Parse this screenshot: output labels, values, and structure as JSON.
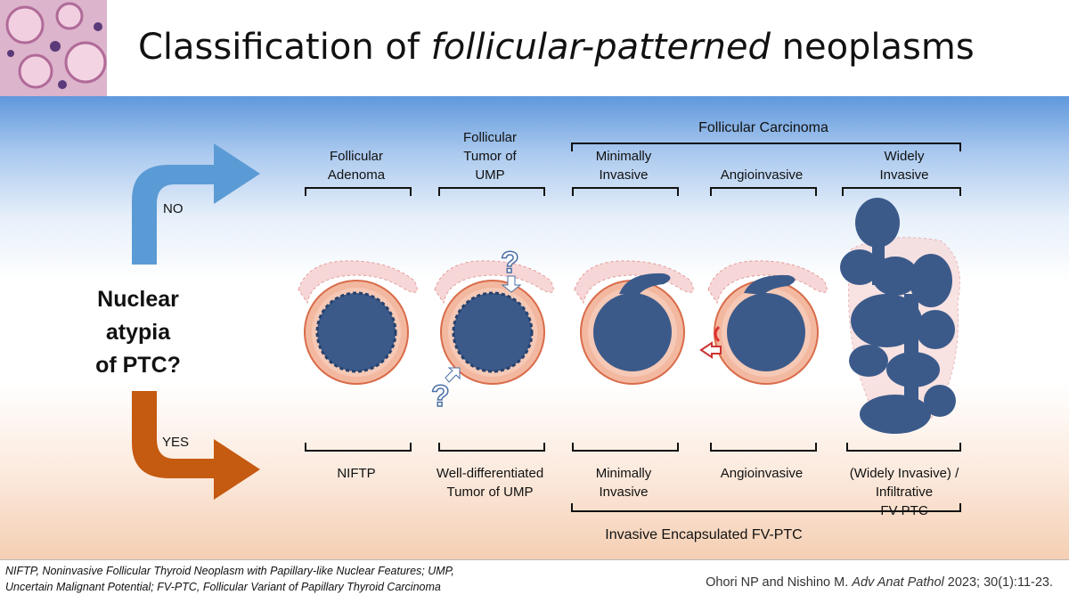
{
  "title": {
    "prefix": "Classification of ",
    "italic": "follicular-patterned",
    "suffix": " neoplasms"
  },
  "question": {
    "line1": "Nuclear",
    "line2": "atypia",
    "line3": "of PTC?"
  },
  "arrows": {
    "no_label": "NO",
    "yes_label": "YES",
    "no_color": "#5b9bd5",
    "yes_color": "#c55a11"
  },
  "top_row": {
    "group_label": "Follicular Carcinoma",
    "col1": [
      "Follicular",
      "Adenoma"
    ],
    "col2": [
      "Follicular",
      "Tumor of",
      "UMP"
    ],
    "col3": [
      "Minimally",
      "Invasive"
    ],
    "col4": [
      "Angioinvasive"
    ],
    "col5": [
      "Widely",
      "Invasive"
    ]
  },
  "bottom_row": {
    "col1": [
      "NIFTP"
    ],
    "col2": [
      "Well-differentiated",
      "Tumor of UMP"
    ],
    "col3": [
      "Minimally",
      "Invasive"
    ],
    "col4": [
      "Angioinvasive"
    ],
    "col5": [
      "(Widely Invasive) /",
      "Infiltrative",
      "FV-PTC"
    ],
    "group_label": "Invasive Encapsulated FV-PTC"
  },
  "footnote": {
    "line1": "NIFTP, Noninvasive Follicular Thyroid Neoplasm with Papillary-like Nuclear Features; UMP,",
    "line2": "Uncertain Malignant Potential; FV-PTC, Follicular Variant of Papillary Thyroid Carcinoma"
  },
  "citation": {
    "authors": "Ohori NP and Nishino M. ",
    "journal": "Adv Anat Pathol",
    "rest": " 2023; 30(1):11-23."
  },
  "question_mark": "?",
  "colors": {
    "capsule": "#e07a5f",
    "cells": "#3b5a8a",
    "ring": "#d96c4a"
  }
}
